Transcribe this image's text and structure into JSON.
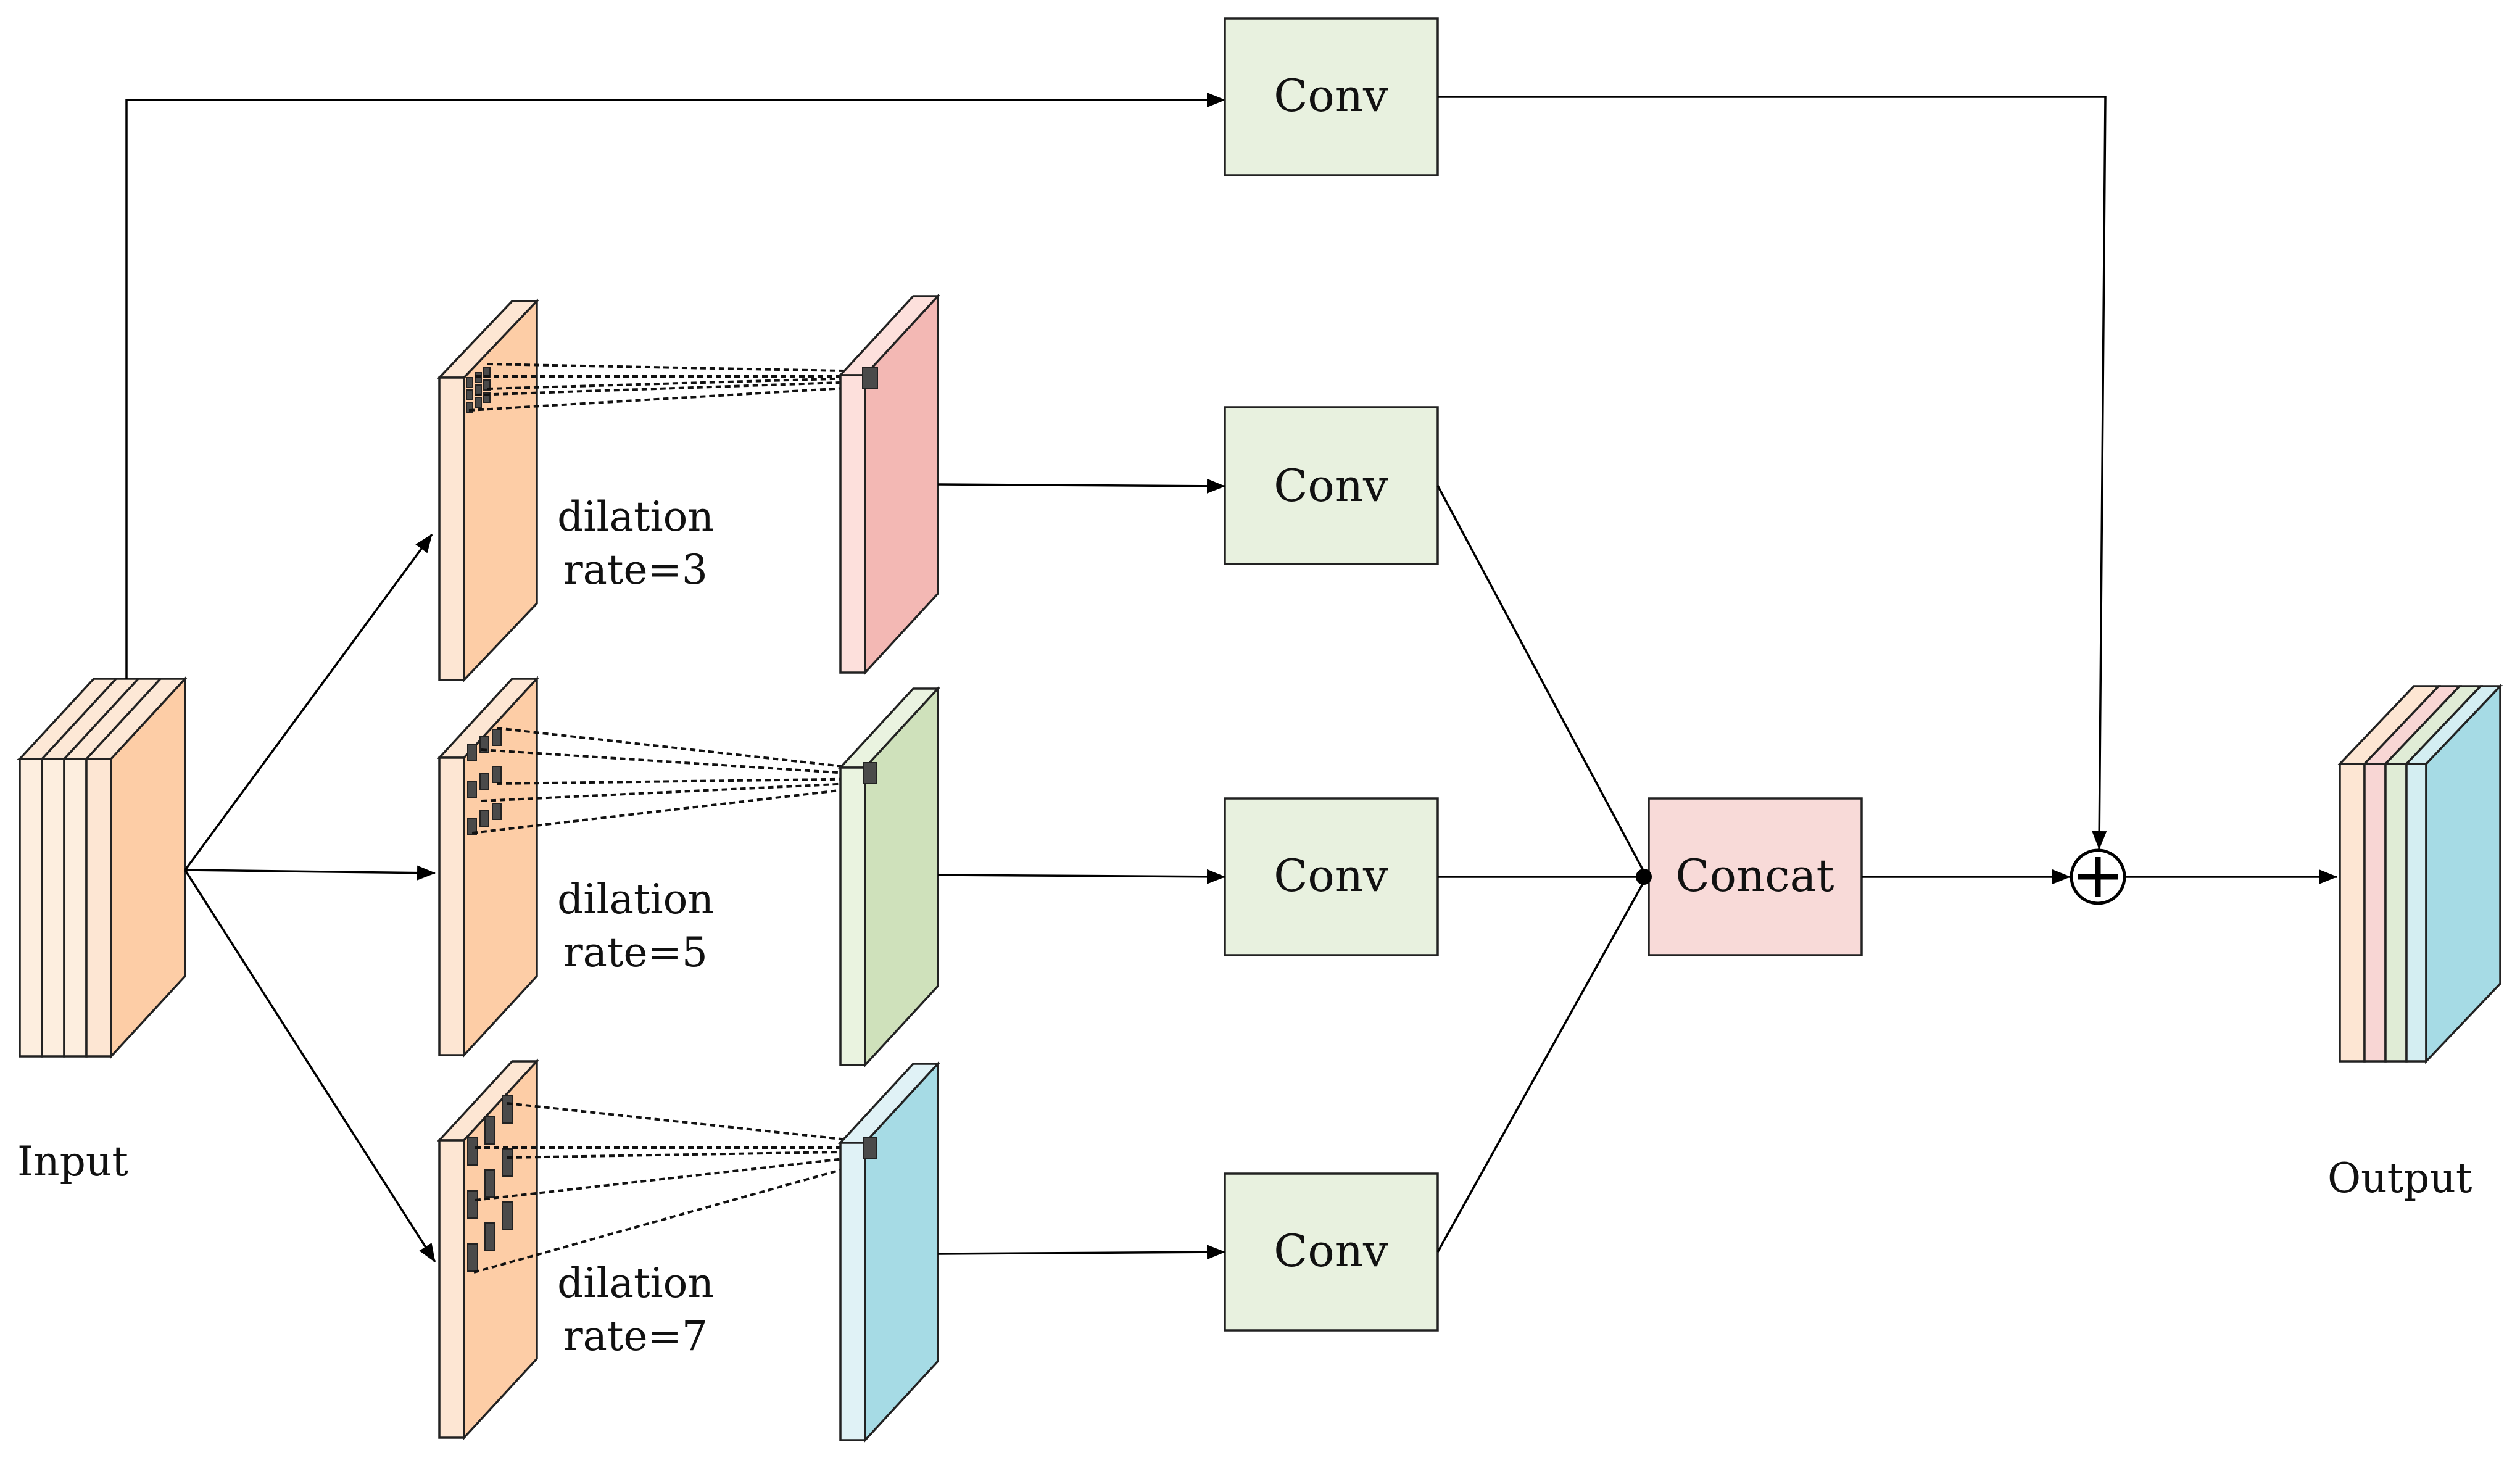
{
  "labels": {
    "input": "Input",
    "output": "Output",
    "conv_top": "Conv",
    "conv_1": "Conv",
    "conv_2": "Conv",
    "conv_3": "Conv",
    "concat": "Concat",
    "branch_1_line1": "dilation",
    "branch_1_line2": "rate=3",
    "branch_2_line1": "dilation",
    "branch_2_line2": "rate=5",
    "branch_3_line1": "dilation",
    "branch_3_line2": "rate=7"
  },
  "branches": [
    {
      "dilation_rate": 3,
      "output_color": "#f3b8b4"
    },
    {
      "dilation_rate": 5,
      "output_color": "#cfe1bb"
    },
    {
      "dilation_rate": 7,
      "output_color": "#a6dbe5"
    }
  ],
  "colors": {
    "input_feature": "#fdcda6",
    "conv_box": "#e8f1df",
    "concat_box": "#f8dad8",
    "output_stack": [
      "#fde6d3",
      "#f8d6d4",
      "#e0ecd6",
      "#d4eef2",
      "#a6dbe5"
    ]
  },
  "operators": {
    "add": "element-wise-sum"
  }
}
